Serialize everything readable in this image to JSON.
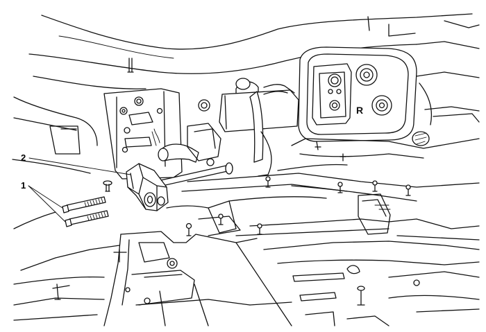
{
  "callouts": [
    {
      "number": "1",
      "target": "bolts"
    },
    {
      "number": "2",
      "target": "engine-mount-bracket"
    }
  ],
  "casting_letters": {
    "r_mark": "R"
  }
}
